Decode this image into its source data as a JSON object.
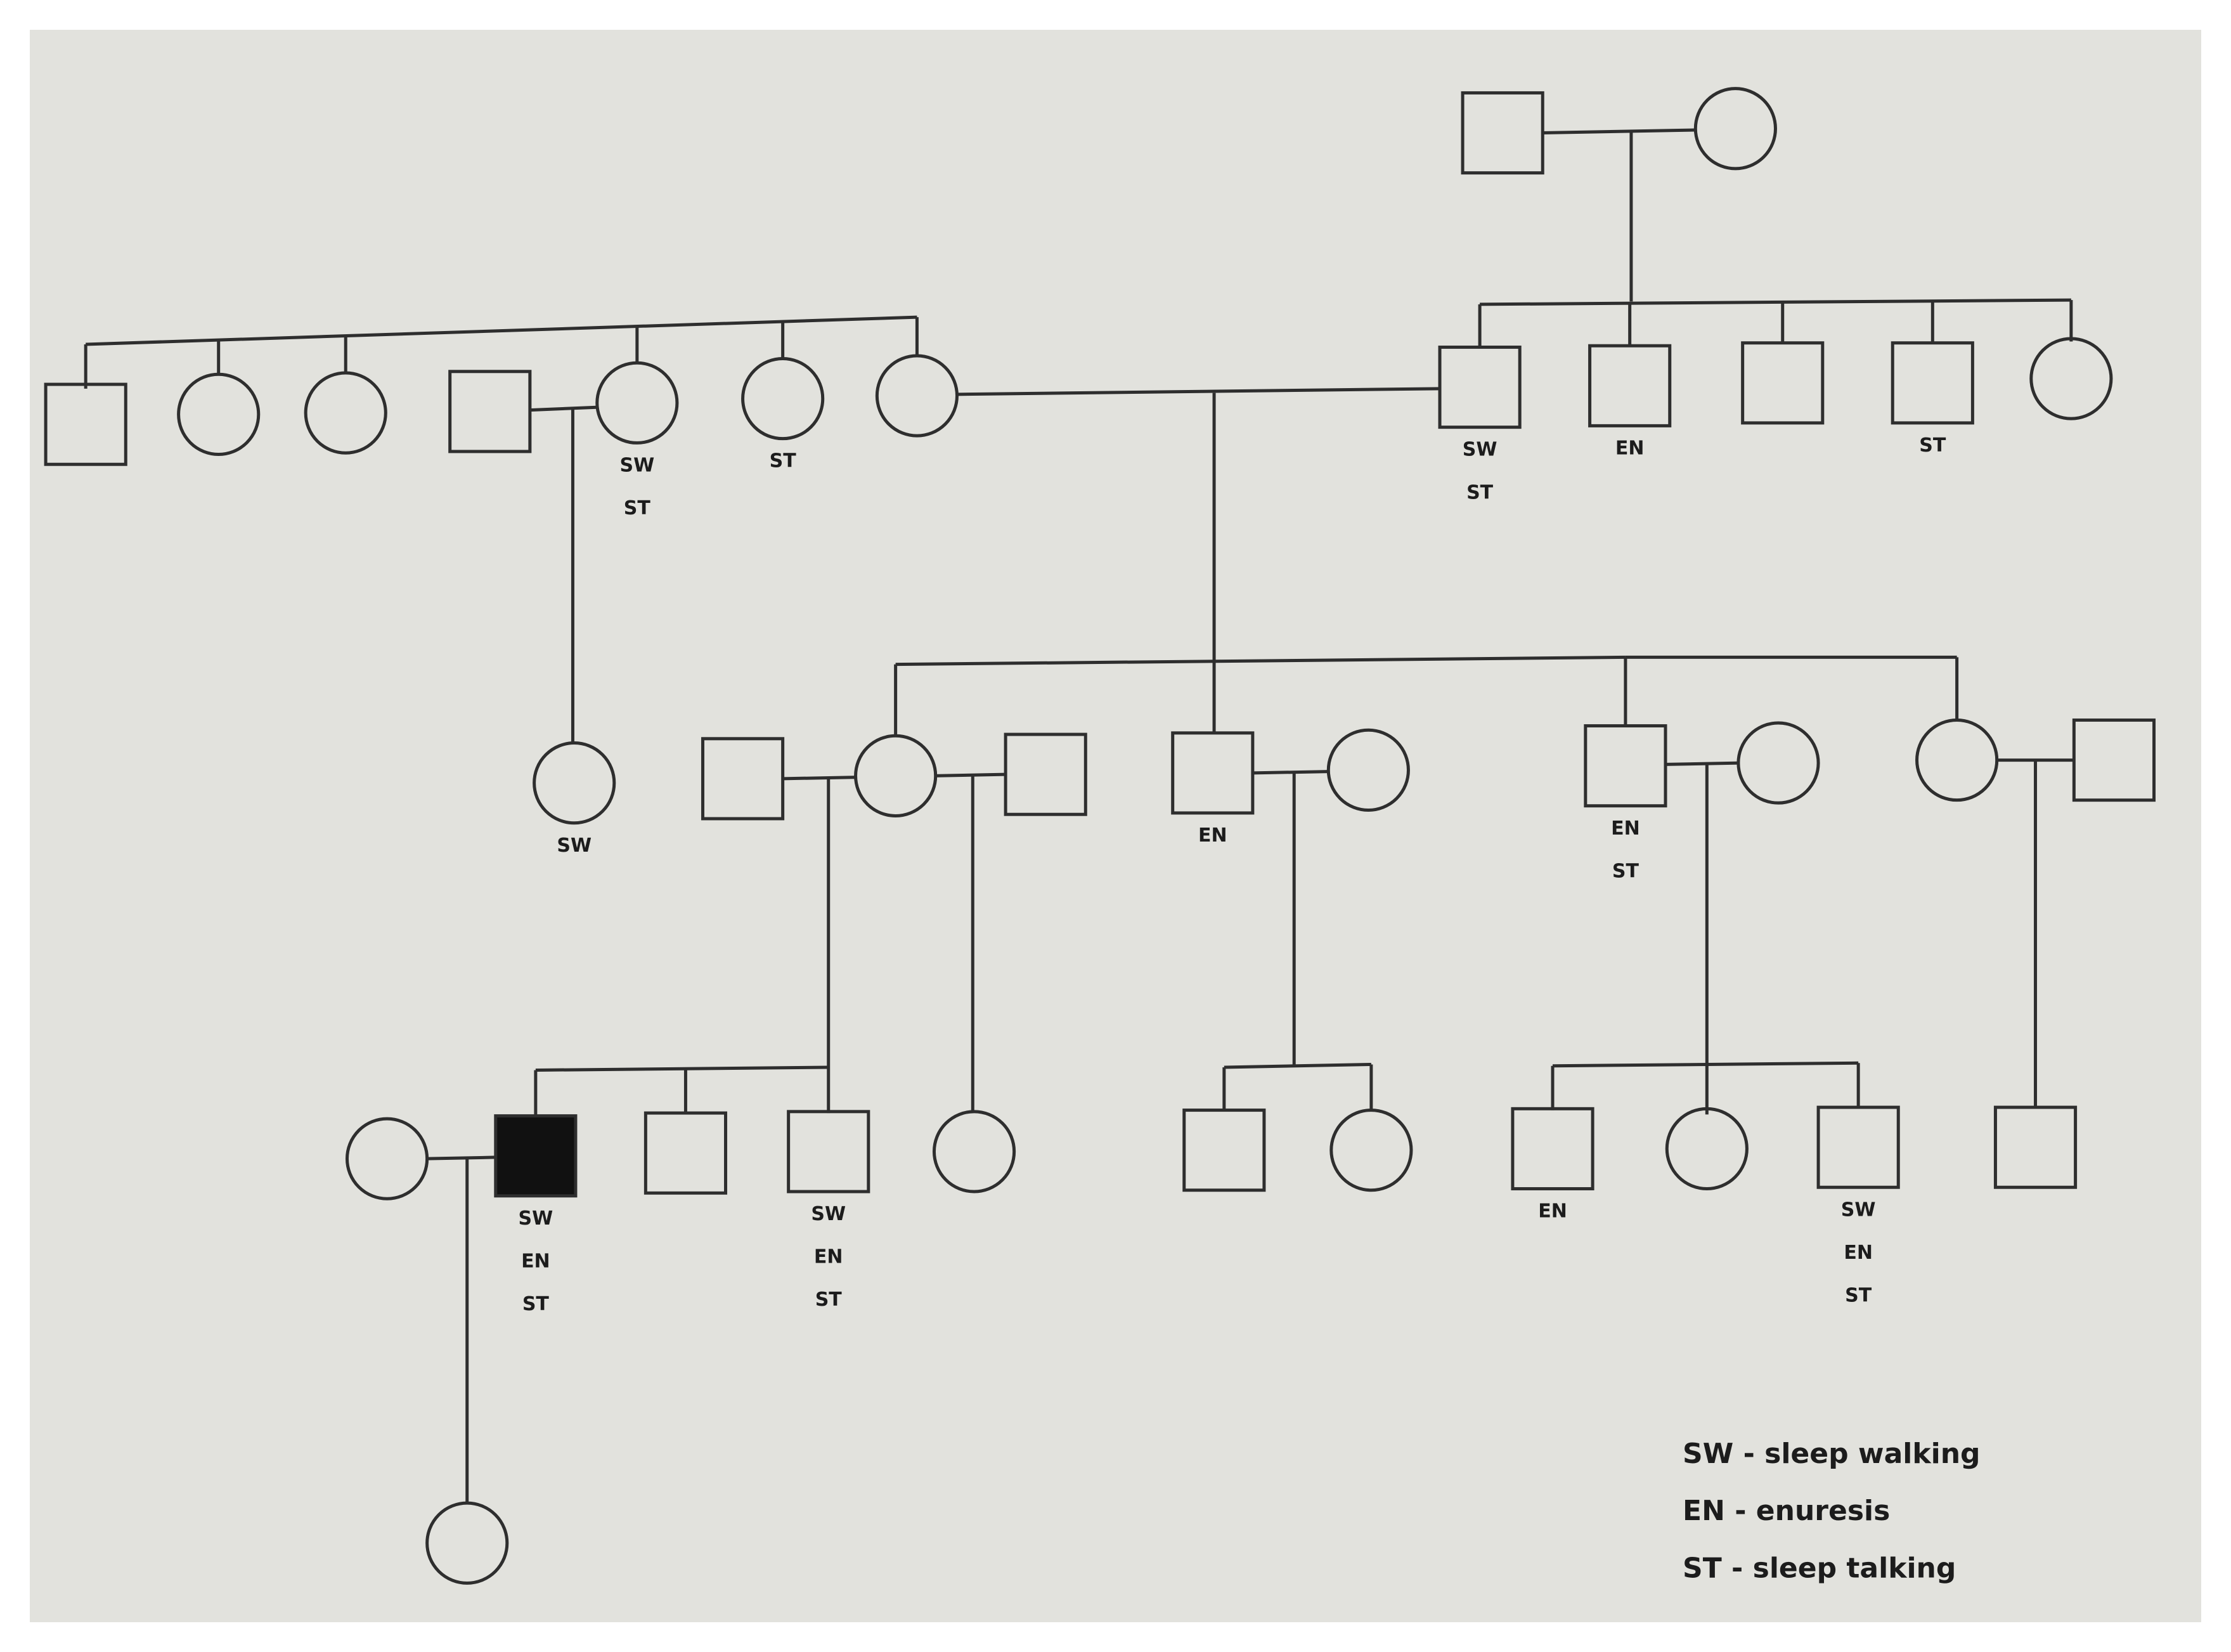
{
  "legend": [
    {
      "code": "SW",
      "meaning": "sleep walking"
    },
    {
      "code": "EN",
      "meaning": "enuresis"
    },
    {
      "code": "ST",
      "meaning": "sleep talking"
    }
  ],
  "legend_separator": " - ",
  "individuals": [
    {
      "id": "g1_father",
      "sex": "male",
      "affected": false,
      "traits": []
    },
    {
      "id": "g1_mother",
      "sex": "female",
      "affected": false,
      "traits": []
    },
    {
      "id": "g2_left_m1",
      "sex": "male",
      "affected": false,
      "traits": []
    },
    {
      "id": "g2_left_f1",
      "sex": "female",
      "affected": false,
      "traits": []
    },
    {
      "id": "g2_left_f2",
      "sex": "female",
      "affected": false,
      "traits": []
    },
    {
      "id": "g2_spouse_m",
      "sex": "male",
      "affected": false,
      "traits": []
    },
    {
      "id": "g2_left_f3",
      "sex": "female",
      "affected": false,
      "traits": [
        "SW",
        "ST"
      ]
    },
    {
      "id": "g2_left_f4",
      "sex": "female",
      "affected": false,
      "traits": [
        "ST"
      ]
    },
    {
      "id": "g2_left_f5",
      "sex": "female",
      "affected": false,
      "traits": []
    },
    {
      "id": "g2_right_m1",
      "sex": "male",
      "affected": false,
      "traits": [
        "SW",
        "ST"
      ]
    },
    {
      "id": "g2_right_m2",
      "sex": "male",
      "affected": false,
      "traits": [
        "EN"
      ]
    },
    {
      "id": "g2_right_m3",
      "sex": "male",
      "affected": false,
      "traits": []
    },
    {
      "id": "g2_right_m4",
      "sex": "male",
      "affected": false,
      "traits": [
        "ST"
      ]
    },
    {
      "id": "g2_right_f1",
      "sex": "female",
      "affected": false,
      "traits": []
    },
    {
      "id": "g3_child_sw",
      "sex": "female",
      "affected": false,
      "traits": [
        "SW"
      ]
    },
    {
      "id": "g3_spouse1_m",
      "sex": "male",
      "affected": false,
      "traits": []
    },
    {
      "id": "g3_f1",
      "sex": "female",
      "affected": false,
      "traits": []
    },
    {
      "id": "g3_spouse2_m",
      "sex": "male",
      "affected": false,
      "traits": []
    },
    {
      "id": "g3_m1",
      "sex": "male",
      "affected": false,
      "traits": [
        "EN"
      ]
    },
    {
      "id": "g3_spouse_f1",
      "sex": "female",
      "affected": false,
      "traits": []
    },
    {
      "id": "g3_m2",
      "sex": "male",
      "affected": false,
      "traits": [
        "EN",
        "ST"
      ]
    },
    {
      "id": "g3_spouse_f2",
      "sex": "female",
      "affected": false,
      "traits": []
    },
    {
      "id": "g3_f2",
      "sex": "female",
      "affected": false,
      "traits": []
    },
    {
      "id": "g3_spouse3_m",
      "sex": "male",
      "affected": false,
      "traits": []
    },
    {
      "id": "g4_spouse_f",
      "sex": "female",
      "affected": false,
      "traits": []
    },
    {
      "id": "g4_proband",
      "sex": "male",
      "affected": true,
      "traits": [
        "SW",
        "EN",
        "ST"
      ]
    },
    {
      "id": "g4_m1",
      "sex": "male",
      "affected": false,
      "traits": []
    },
    {
      "id": "g4_m2",
      "sex": "male",
      "affected": false,
      "traits": [
        "SW",
        "EN",
        "ST"
      ]
    },
    {
      "id": "g4_f1",
      "sex": "female",
      "affected": false,
      "traits": []
    },
    {
      "id": "g4_m3",
      "sex": "male",
      "affected": false,
      "traits": []
    },
    {
      "id": "g4_f2",
      "sex": "female",
      "affected": false,
      "traits": []
    },
    {
      "id": "g4_m4",
      "sex": "male",
      "affected": false,
      "traits": [
        "EN"
      ]
    },
    {
      "id": "g4_f3",
      "sex": "female",
      "affected": false,
      "traits": []
    },
    {
      "id": "g4_m5",
      "sex": "male",
      "affected": false,
      "traits": [
        "SW",
        "EN",
        "ST"
      ]
    },
    {
      "id": "g4_m6",
      "sex": "male",
      "affected": false,
      "traits": []
    },
    {
      "id": "g5_f1",
      "sex": "female",
      "affected": false,
      "traits": []
    }
  ]
}
